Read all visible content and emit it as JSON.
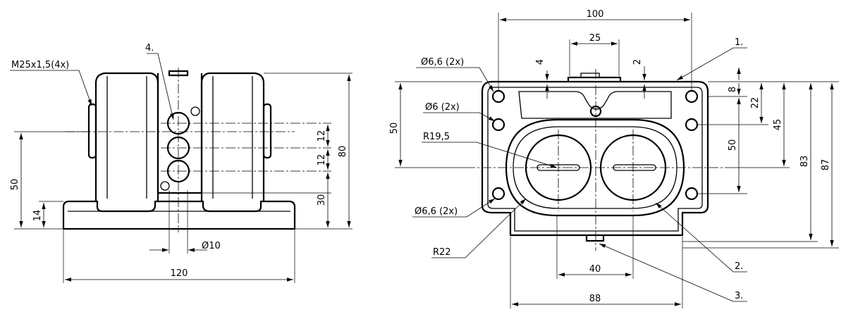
{
  "dimensions": {
    "left_view": {
      "thread": "M25x1,5(4x)",
      "item4": "4.",
      "height_50": "50",
      "height_14": "14",
      "height_80": "80",
      "height_30": "30",
      "spacing_12a": "12",
      "spacing_12b": "12",
      "diameter_10": "Ø10",
      "width_120": "120"
    },
    "right_view": {
      "width_100": "100",
      "width_25": "25",
      "offset_4": "4",
      "offset_2": "2",
      "item1": "1.",
      "hole_66_top": "Ø6,6 (2x)",
      "hole_6": "Ø6 (2x)",
      "radius_195": "R19,5",
      "hole_66_bottom": "Ø6,6 (2x)",
      "radius_22": "R22",
      "height_50_left": "50",
      "height_8": "8",
      "height_22": "22",
      "height_45": "45",
      "height_50_right": "50",
      "height_83": "83",
      "height_87": "87",
      "width_40": "40",
      "width_88": "88",
      "item2": "2.",
      "item3": "3."
    }
  }
}
